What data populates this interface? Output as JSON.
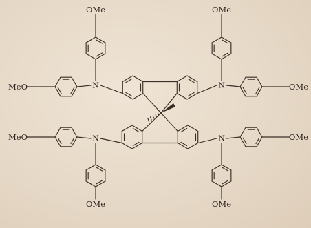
{
  "molecule": {
    "labels": {
      "methoxy_left": "MeO",
      "methoxy_right": "OMe",
      "nitrogen": "N"
    }
  },
  "colors": {
    "background": "#e9dccb",
    "ink": "#3a2e27"
  }
}
